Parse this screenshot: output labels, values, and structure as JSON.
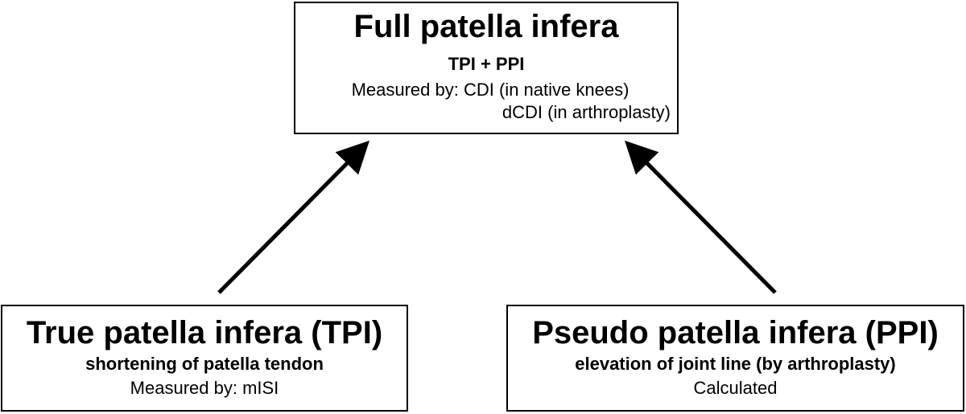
{
  "top_box": {
    "title": "Full patella infera",
    "subtitle": "TPI + PPI",
    "line1": "Measured by: CDI (in native knees)",
    "line2": "dCDI (in arthroplasty)"
  },
  "left_box": {
    "title": "True patella infera (TPI)",
    "subtitle": "shortening of patella tendon",
    "line1": "Measured by: mISI"
  },
  "right_box": {
    "title": "Pseudo patella infera (PPI)",
    "subtitle": "elevation of joint line (by arthroplasty)",
    "line1": "Calculated"
  },
  "colors": {
    "stroke": "#000000",
    "background": "#ffffff"
  }
}
